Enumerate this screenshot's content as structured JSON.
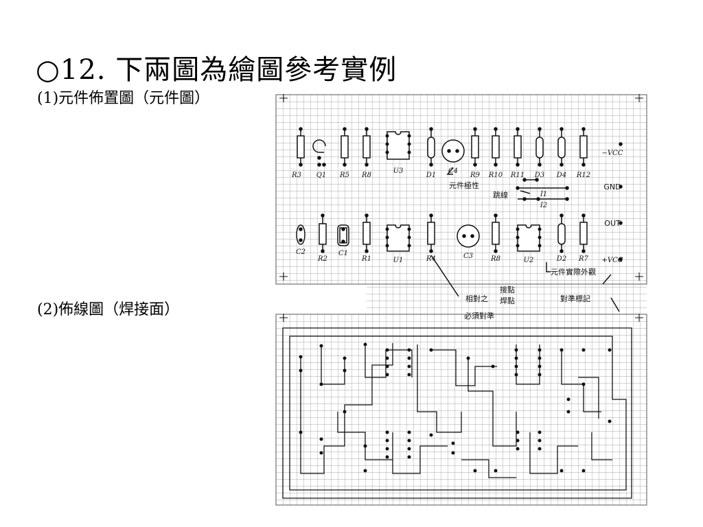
{
  "slide": {
    "title": "○12. 下兩圖為繪圖參考實例",
    "subtitle_1": "(1)元件佈置圖（元件圖）",
    "subtitle_2": "(2)佈線圖（焊接面）"
  },
  "figure": {
    "component_labels_row1": [
      "R3",
      "Q1",
      "R5",
      "R8",
      "U3",
      "D1",
      "C4",
      "R9",
      "R10",
      "R11",
      "D3",
      "D4",
      "R12"
    ],
    "component_labels_row2": [
      "C2",
      "R2",
      "C1",
      "R1",
      "U1",
      "R4",
      "C3",
      "R8",
      "U2",
      "D2",
      "R7"
    ],
    "terminal_labels": [
      "−VCC",
      "GND",
      "OUT",
      "+VCC"
    ],
    "jumper_labels": [
      "I1",
      "I2"
    ],
    "annotations": {
      "polarity": "元件極性",
      "jumper": "跳線",
      "actual_shape": "元件實際外觀",
      "relative_1": "相對之",
      "relative_2": "接點",
      "relative_3": "焊點",
      "must_align": "必須對準",
      "alignment_mark": "對準標記"
    }
  },
  "colors": {
    "text": "#000000",
    "grid": "#8a8a8a",
    "ink": "#111111",
    "background": "#ffffff"
  }
}
